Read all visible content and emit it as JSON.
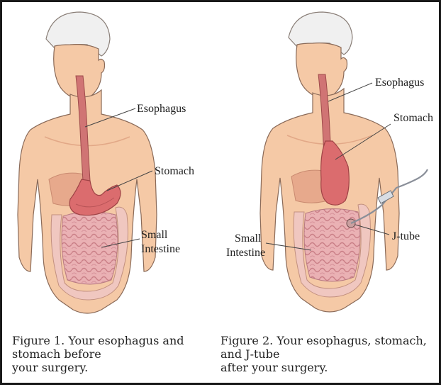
{
  "figure1": {
    "labels": {
      "esophagus": "Esophagus",
      "stomach": "Stomach",
      "small_intestine_line1": "Small",
      "small_intestine_line2": "Intestine"
    },
    "caption": {
      "line1": "Figure 1. Your esophagus and",
      "line2": "stomach before",
      "line3": "your surgery."
    }
  },
  "figure2": {
    "labels": {
      "esophagus": "Esophagus",
      "stomach": "Stomach",
      "small_intestine_line1": "Small",
      "small_intestine_line2": "Intestine",
      "jtube": "J-tube"
    },
    "caption": {
      "line1": "Figure 2. Your esophagus, stomach,",
      "line2": "and J-tube",
      "line3": "after your surgery."
    }
  },
  "colors": {
    "skin": "#f5c9a6",
    "skin_shadow": "#e6ad86",
    "hair": "#ececec",
    "esophagus": "#cf6f6f",
    "stomach": "#d96a6c",
    "intestine": "#e7a3a7",
    "outline": "#7a5a4a"
  }
}
